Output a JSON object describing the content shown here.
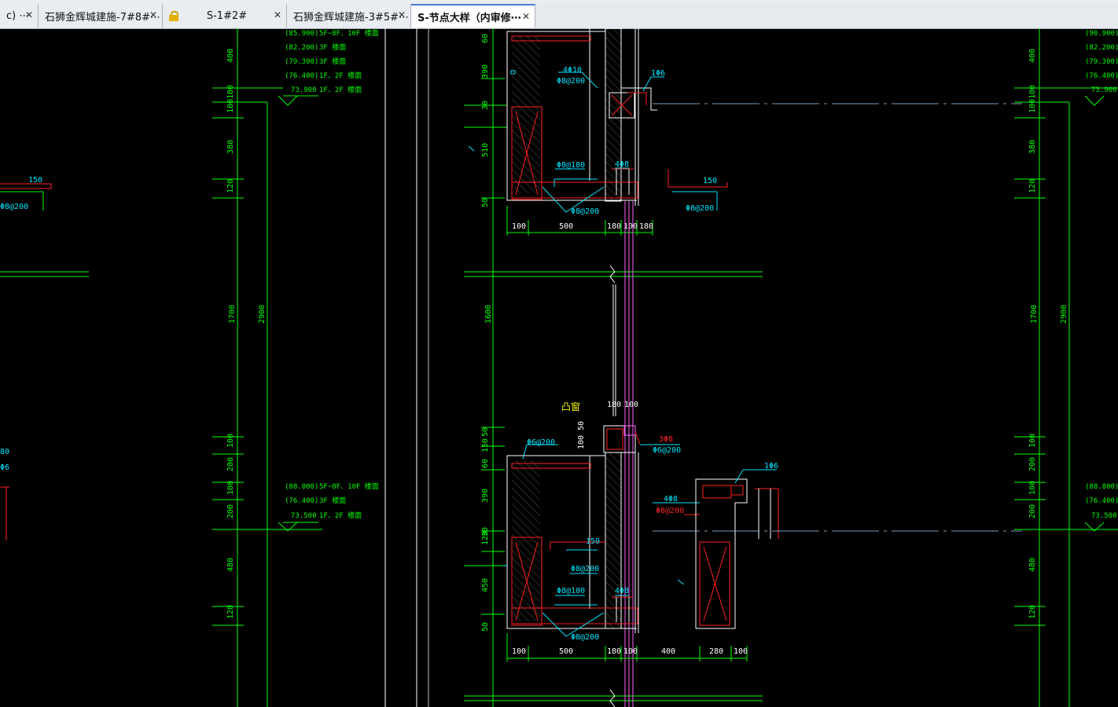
{
  "tabs": [
    {
      "label": "c) ⋯",
      "active": false,
      "locked": false
    },
    {
      "label": "石狮金辉城建施-7#8#⋯",
      "active": false,
      "locked": false
    },
    {
      "label": "S-1#2#",
      "active": false,
      "locked": true
    },
    {
      "label": "石狮金辉城建施-3#5#⋯",
      "active": false,
      "locked": false
    },
    {
      "label": "S-节点大样（内审修⋯",
      "active": true,
      "locked": false
    }
  ],
  "drawing": {
    "elev_labels": {
      "a1": "(85.900)",
      "a1t": "5F~8F、10F 楼面",
      "a2": "(82.200)",
      "a2t": "3F 楼面",
      "a3": "(79.300)",
      "a3t": "3F 楼面",
      "a4": "(76.400)",
      "a4t": "1F、2F 楼面",
      "a5": "73.900",
      "a5t": "1F、2F 楼面",
      "b1": "(88.000)",
      "b1t": "5F~8F、10F 楼面",
      "b2": "(76.400)",
      "b2t": "3F 楼面",
      "b3": "73.500",
      "b3t": "1F、2F 楼面"
    },
    "right_elev": {
      "r1": "(90.900)",
      "r2": "(82.200)",
      "r3": "(79.300)",
      "r4": "(76.400)",
      "r5": "73.900",
      "r6": "(88.800)",
      "r7": "(76.400)",
      "r8": "73.500"
    },
    "dims_left": {
      "d1": "400",
      "d2": "100",
      "d3": "100",
      "d4": "380",
      "d5": "120",
      "d6": "1700",
      "d7": "2900",
      "d8": "100",
      "d9": "200",
      "d10": "100",
      "d11": "200",
      "d12": "480",
      "d13": "120"
    },
    "dims_mid": {
      "m1": "60",
      "m2": "390",
      "m3": "30",
      "m4": "510",
      "m5": "50",
      "m6": "1600",
      "m7": "50",
      "m8": "150",
      "m9": "60",
      "m10": "390",
      "m11": "120",
      "m12": "30",
      "m13": "450",
      "m14": "50"
    },
    "dims_bottom1": {
      "b1": "100",
      "b2": "500",
      "b3": "180",
      "b4": "100",
      "b5": "180"
    },
    "dims_bottom2": {
      "b1": "100",
      "b2": "500",
      "b3": "180",
      "b4": "100",
      "b5": "400",
      "b6": "280",
      "b7": "100"
    },
    "rebar": {
      "r1": "4Φ10",
      "r2": "Φ8@200",
      "r3": "1Φ6",
      "r4": "Φ8@180",
      "r5": "4Φ8",
      "r6": "Φ8@200",
      "r7": "150",
      "r8": "Φ8@200",
      "r9": "150",
      "r10": "Φ8@200",
      "r11": "180",
      "r12": "100",
      "r13": "Φ6@200",
      "r14": "3Φ8",
      "r15": "Φ6@200",
      "r16": "1Φ6",
      "r17": "4Φ8",
      "r18": "Φ8@200",
      "r19": "150",
      "r20": "Φ8@200",
      "r21": "Φ8@100",
      "r22": "4Φ8",
      "r23": "Φ8@200",
      "r24": "凸窗",
      "r25": "50",
      "r26": "100",
      "r27": "80",
      "r28": "Φ6"
    },
    "colors": {
      "green": "#00ff00",
      "red": "#ff2020",
      "cyan": "#00e5ff",
      "white": "#ffffff",
      "yellow": "#ffff00",
      "magenta": "#ff66ff"
    }
  }
}
